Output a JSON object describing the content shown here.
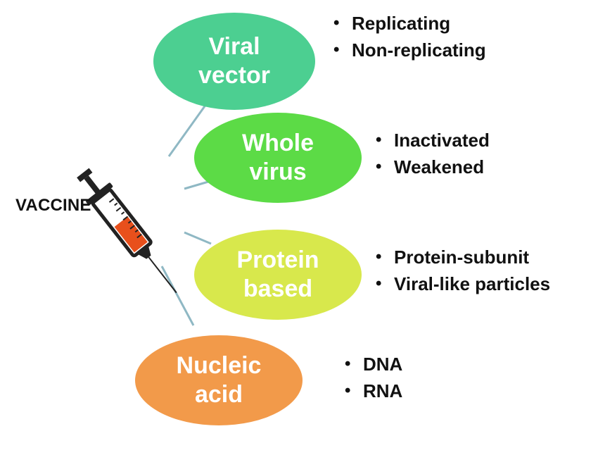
{
  "title": "VACCINE",
  "colors": {
    "viral_vector": "#4ccf91",
    "whole_virus": "#5cdb46",
    "protein_based": "#d8e84c",
    "nucleic_acid": "#f29a4a",
    "connector": "#8fb8c4",
    "syringe_liquid": "#e8501c"
  },
  "categories": [
    {
      "id": "viral",
      "label": "Viral\nvector",
      "items": [
        "Replicating",
        "Non-replicating"
      ]
    },
    {
      "id": "whole",
      "label": "Whole\nvirus",
      "items": [
        "Inactivated",
        "Weakened"
      ]
    },
    {
      "id": "protein",
      "label": "Protein\nbased",
      "items": [
        "Protein-subunit",
        "Viral-like particles"
      ]
    },
    {
      "id": "nucleic",
      "label": "Nucleic\nacid",
      "items": [
        "DNA",
        "RNA"
      ]
    }
  ]
}
